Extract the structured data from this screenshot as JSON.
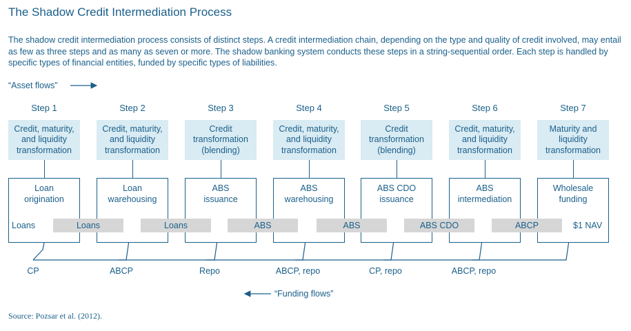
{
  "title": "The Shadow Credit Intermediation Process",
  "intro": "The shadow credit intermediation process consists of distinct steps. A credit intermediation chain, depending on the type and quality of credit involved, may entail as few as three steps and as many as seven or more. The shadow banking system conducts these steps in a string-sequential order. Each step is handled by specific types of financial entities, funded by specific types of liabilities.",
  "asset_flows_label": "“Asset flows”",
  "funding_flows_label": "“Funding flows”",
  "source": "Source: Pozsar et al. (2012).",
  "steps": [
    {
      "step": "Step 1",
      "transformation": "Credit, maturity,\nand liquidity\ntransformation",
      "activity": "Loan\norigination",
      "funding": "CP"
    },
    {
      "step": "Step 2",
      "transformation": "Credit, maturity,\nand liquidity\ntransformation",
      "activity": "Loan\nwarehousing",
      "funding": "ABCP"
    },
    {
      "step": "Step 3",
      "transformation": "Credit\ntransformation\n(blending)",
      "activity": "ABS\nissuance",
      "funding": "Repo"
    },
    {
      "step": "Step 4",
      "transformation": "Credit, maturity,\nand liquidity\ntransformation",
      "activity": "ABS\nwarehousing",
      "funding": "ABCP, repo"
    },
    {
      "step": "Step 5",
      "transformation": "Credit\ntransformation\n(blending)",
      "activity": "ABS CDO\nissuance",
      "funding": "CP, repo"
    },
    {
      "step": "Step 6",
      "transformation": "Credit, maturity,\nand liquidity\ntransformation",
      "activity": "ABS\nintermediation",
      "funding": "ABCP, repo"
    },
    {
      "step": "Step 7",
      "transformation": "Maturity and\nliquidity\ntransformation",
      "activity": "Wholesale\nfunding",
      "funding": ""
    }
  ],
  "asset_bars": [
    "Loans",
    "Loans",
    "ABS",
    "ABS",
    "ABS CDO",
    "ABCP"
  ],
  "start_asset": "Loans",
  "end_asset": "$1 NAV",
  "colors": {
    "text": "#1a5f8a",
    "transform_fill": "#d9ebf3",
    "bar_fill": "#d6d6d6"
  }
}
